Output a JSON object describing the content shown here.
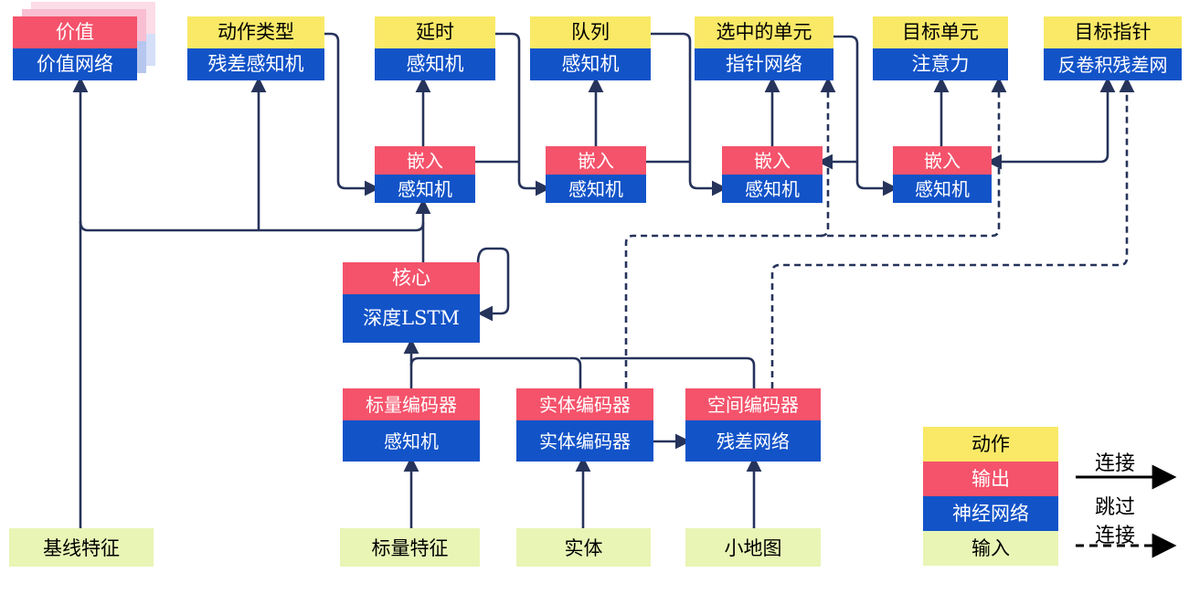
{
  "diagram": {
    "title": "AlphaStar-style agent architecture (Chinese)",
    "heads": [
      {
        "action": "价值",
        "network": "价值网络"
      },
      {
        "action": "动作类型",
        "network": "残差感知机"
      },
      {
        "action": "延时",
        "network": "感知机"
      },
      {
        "action": "队列",
        "network": "感知机"
      },
      {
        "action": "选中的单元",
        "network": "指针网络"
      },
      {
        "action": "目标单元",
        "network": "注意力"
      },
      {
        "action": "目标指针",
        "network": "反卷积残差网"
      }
    ],
    "embeddings": [
      {
        "top": "嵌入",
        "bottom": "感知机"
      },
      {
        "top": "嵌入",
        "bottom": "感知机"
      },
      {
        "top": "嵌入",
        "bottom": "感知机"
      },
      {
        "top": "嵌入",
        "bottom": "感知机"
      }
    ],
    "core": {
      "top": "核心",
      "bottom": "深度LSTM"
    },
    "encoders": [
      {
        "top": "标量编码器",
        "bottom": "感知机"
      },
      {
        "top": "实体编码器",
        "bottom": "实体编码器"
      },
      {
        "top": "空间编码器",
        "bottom": "残差网络"
      }
    ],
    "inputs": [
      "基线特征",
      "标量特征",
      "实体",
      "小地图"
    ],
    "legend": {
      "items": [
        {
          "label": "动作",
          "color": "#F9E967"
        },
        {
          "label": "输出",
          "color": "#F4536B"
        },
        {
          "label": "神经网络",
          "color": "#1253C8"
        },
        {
          "label": "输入",
          "color": "#E9F5B5"
        }
      ],
      "solid_label": "连接",
      "dashed_label_line1": "跳过",
      "dashed_label_line2": "连接"
    },
    "colors": {
      "action_yellow": "#F9E967",
      "output_red": "#F4536B",
      "network_blue": "#1253C8",
      "input_green": "#E9F5B5",
      "wire_navy": "#26335B",
      "value_shadow_pink": "#F9BED2",
      "value_shadow_blue": "#B6C6EF"
    },
    "connections": [
      {
        "from": "基线特征",
        "to": "价值网络",
        "style": "solid"
      },
      {
        "from": "核心",
        "to": "动作类型",
        "style": "solid"
      },
      {
        "from": "核心",
        "to": "嵌入1",
        "style": "solid"
      },
      {
        "from": "动作类型",
        "to": "嵌入1",
        "style": "solid"
      },
      {
        "from": "嵌入1",
        "to": "延时",
        "style": "solid"
      },
      {
        "from": "延时",
        "to": "嵌入2",
        "style": "solid"
      },
      {
        "from": "嵌入2",
        "to": "队列",
        "style": "solid"
      },
      {
        "from": "队列",
        "to": "嵌入3",
        "style": "solid"
      },
      {
        "from": "嵌入3",
        "to": "选中的单元",
        "style": "solid"
      },
      {
        "from": "选中的单元",
        "to": "嵌入4",
        "style": "solid"
      },
      {
        "from": "嵌入4",
        "to": "目标单元",
        "style": "solid"
      },
      {
        "from": "嵌入4",
        "to": "目标指针",
        "style": "solid"
      },
      {
        "from": "核心",
        "to": "核心",
        "style": "solid-loop"
      },
      {
        "from": "标量编码器",
        "to": "核心",
        "style": "solid"
      },
      {
        "from": "实体编码器",
        "to": "核心",
        "style": "solid"
      },
      {
        "from": "空间编码器",
        "to": "核心",
        "style": "solid"
      },
      {
        "from": "实体编码器",
        "to": "残差网络",
        "style": "solid"
      },
      {
        "from": "标量特征",
        "to": "标量编码器",
        "style": "solid"
      },
      {
        "from": "实体",
        "to": "实体编码器",
        "style": "solid"
      },
      {
        "from": "小地图",
        "to": "空间编码器",
        "style": "solid"
      },
      {
        "from": "实体编码器",
        "to": "选中的单元",
        "style": "dashed"
      },
      {
        "from": "实体编码器",
        "to": "目标单元",
        "style": "dashed"
      },
      {
        "from": "空间编码器",
        "to": "目标指针",
        "style": "dashed"
      }
    ]
  }
}
